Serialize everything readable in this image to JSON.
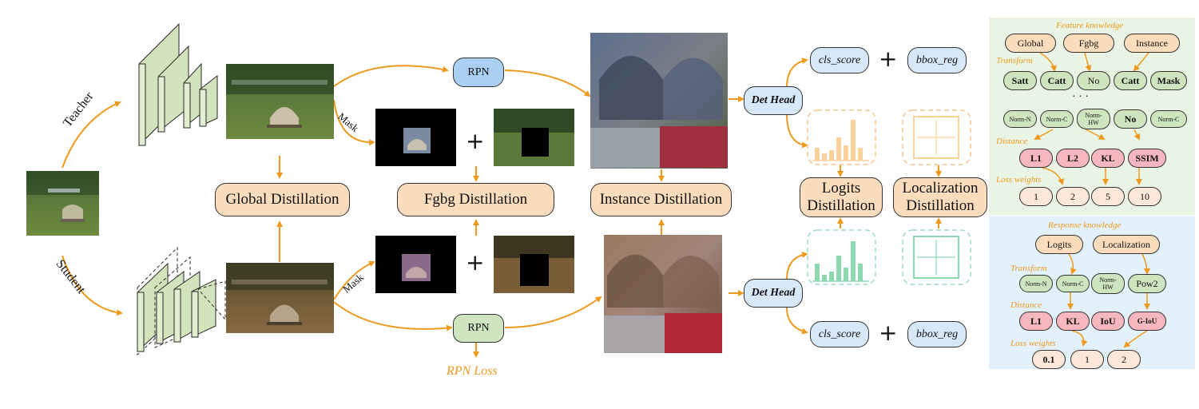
{
  "labels": {
    "teacher": "Teacher",
    "student": "Student",
    "mask_top": "Mask",
    "mask_bottom": "Mask",
    "rpn_top": "RPN",
    "rpn_bottom": "RPN",
    "rpn_loss": "RPN Loss",
    "det_head_top": "Det Head",
    "det_head_bottom": "Det Head",
    "cls_score_top": "cls_score",
    "bbox_reg_top": "bbox_reg",
    "cls_score_bottom": "cls_score",
    "bbox_reg_bottom": "bbox_reg",
    "plus": "+"
  },
  "distillation": {
    "global": "Global Distillation",
    "fgbg": "Fgbg Distillation",
    "instance": "Instance Distillation",
    "logits_line1": "Logits",
    "logits_line2": "Distillation",
    "localization_line1": "Localization",
    "localization_line2": "Distillation"
  },
  "feature_panel": {
    "title": "Feature knowledge",
    "sources": [
      "Global",
      "Fgbg",
      "Instance"
    ],
    "transform_label": "Transform",
    "transforms": [
      "Satt",
      "Catt",
      "No",
      "Catt",
      "Mask"
    ],
    "dots": "· · ·",
    "norms": [
      "Norm-N",
      "Norm-C",
      "Norm-HW",
      "No",
      "Norm-C"
    ],
    "distance_label": "Distance",
    "distances": [
      "L1",
      "L2",
      "KL",
      "SSIM"
    ],
    "loss_label": "Loss weights",
    "weights": [
      "1",
      "2",
      "5",
      "10"
    ]
  },
  "response_panel": {
    "title": "Response knowledge",
    "sources": [
      "Logits",
      "Localization"
    ],
    "transform_label": "Transform",
    "transforms": [
      "Norm-N",
      "Norm-C",
      "Norm-HW",
      "Pow2"
    ],
    "distance_label": "Distance",
    "distances": [
      "L1",
      "KL",
      "IoU",
      "G-IoU"
    ],
    "loss_label": "Loss weights",
    "weights": [
      "0.1",
      "1",
      "2"
    ]
  },
  "colors": {
    "orange": "#ee9a1e",
    "peach": "#fbdcbd",
    "blue": "#d7e8f8",
    "rpn_blue": "#a9d0f3",
    "green": "#cfe5c0",
    "pink": "#f7b7be",
    "light_peach": "#fde7d9",
    "panel_green": "#e9f4e4",
    "panel_blue": "#e2f1fb"
  }
}
